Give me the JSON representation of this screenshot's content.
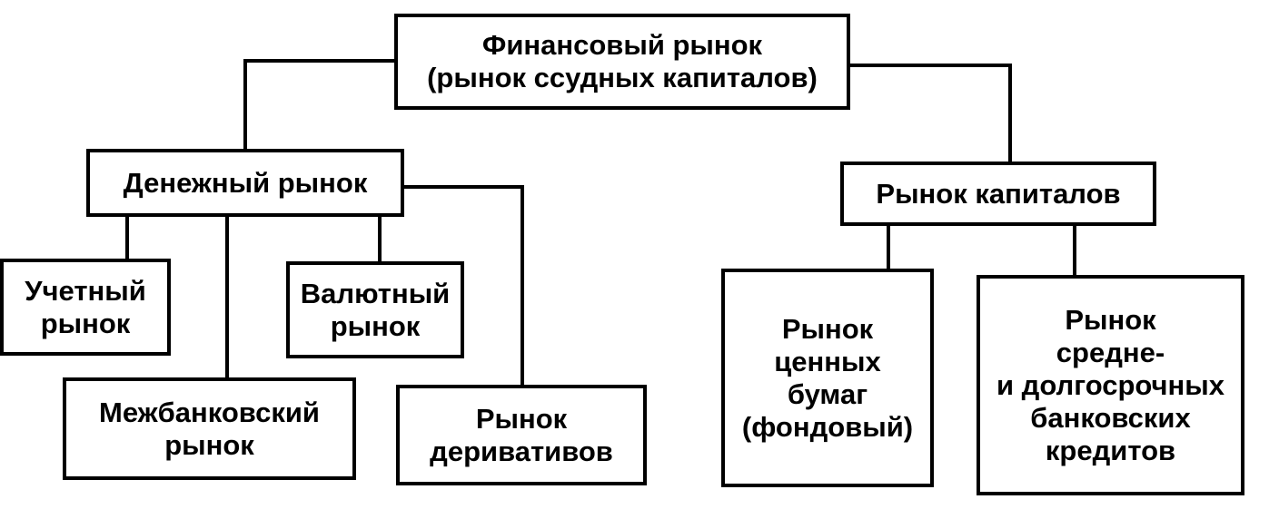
{
  "diagram": {
    "root": {
      "line1": "Финансовый рынок",
      "line2": "(рынок ссудных капиталов)"
    },
    "money_market": {
      "label": "Денежный рынок"
    },
    "capital_market": {
      "label": "Рынок капиталов"
    },
    "discount_market": {
      "label": "Учетный\nрынок"
    },
    "currency_market": {
      "label": "Валютный\nрынок"
    },
    "interbank_market": {
      "label": "Межбанковский\nрынок"
    },
    "derivatives_market": {
      "label": "Рынок\nдеривативов"
    },
    "securities_market": {
      "label": "Рынок\nценных\nбумаг\n(фондовый)"
    },
    "bank_credit_market": {
      "label": "Рынок\nсредне-\nи долгосрочных\nбанковских\nкредитов"
    }
  },
  "colors": {
    "line": "#000000",
    "background": "#ffffff"
  }
}
